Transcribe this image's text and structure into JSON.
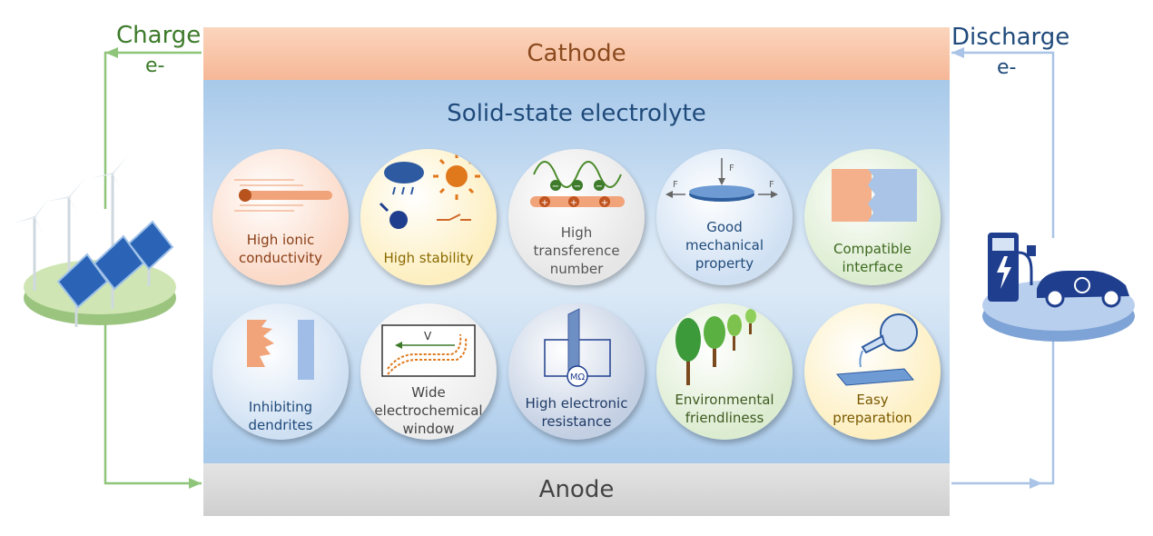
{
  "left": {
    "label": "Charge",
    "electron": "e-",
    "line_color": "#8fc57a"
  },
  "right": {
    "label": "Discharge",
    "electron": "e-",
    "line_color": "#a9c4e6"
  },
  "cathode": {
    "label": "Cathode"
  },
  "electrolyte": {
    "title": "Solid-state electrolyte"
  },
  "anode": {
    "label": "Anode"
  },
  "properties": [
    {
      "lines": [
        "High ionic",
        "conductivity"
      ],
      "bg": "#fbd9c7",
      "text_color": "#8a3e16"
    },
    {
      "lines": [
        "High stability"
      ],
      "bg": "#fdefc0",
      "text_color": "#8a6a00"
    },
    {
      "lines": [
        "High",
        "transference",
        "number"
      ],
      "bg": "#e6e6e6",
      "text_color": "#555555",
      "marks": {
        "minus": "−",
        "plus": "+"
      }
    },
    {
      "lines": [
        "Good",
        "mechanical",
        "property"
      ],
      "bg": "#cfe0f3",
      "text_color": "#1f4a7a",
      "marks": {
        "force": "F"
      }
    },
    {
      "lines": [
        "Compatible",
        "interface"
      ],
      "bg": "#dbeccf",
      "text_color": "#3d6a1f"
    },
    {
      "lines": [
        "Inhibiting",
        "dendrites"
      ],
      "bg": "#cfe0f3",
      "text_color": "#1f4a7a"
    },
    {
      "lines": [
        "Wide",
        "electrochemical",
        "window"
      ],
      "bg": "#ececec",
      "text_color": "#444444",
      "marks": {
        "voltage": "V"
      }
    },
    {
      "lines": [
        "High electronic",
        "resistance"
      ],
      "bg": "#c3cfe3",
      "text_color": "#1f3a66",
      "marks": {
        "meter": "MΩ"
      }
    },
    {
      "lines": [
        "Environmental",
        "friendliness"
      ],
      "bg": "#dcecd0",
      "text_color": "#3d5a1f"
    },
    {
      "lines": [
        "Easy",
        "preparation"
      ],
      "bg": "#fdefc0",
      "text_color": "#7a5a00"
    }
  ]
}
